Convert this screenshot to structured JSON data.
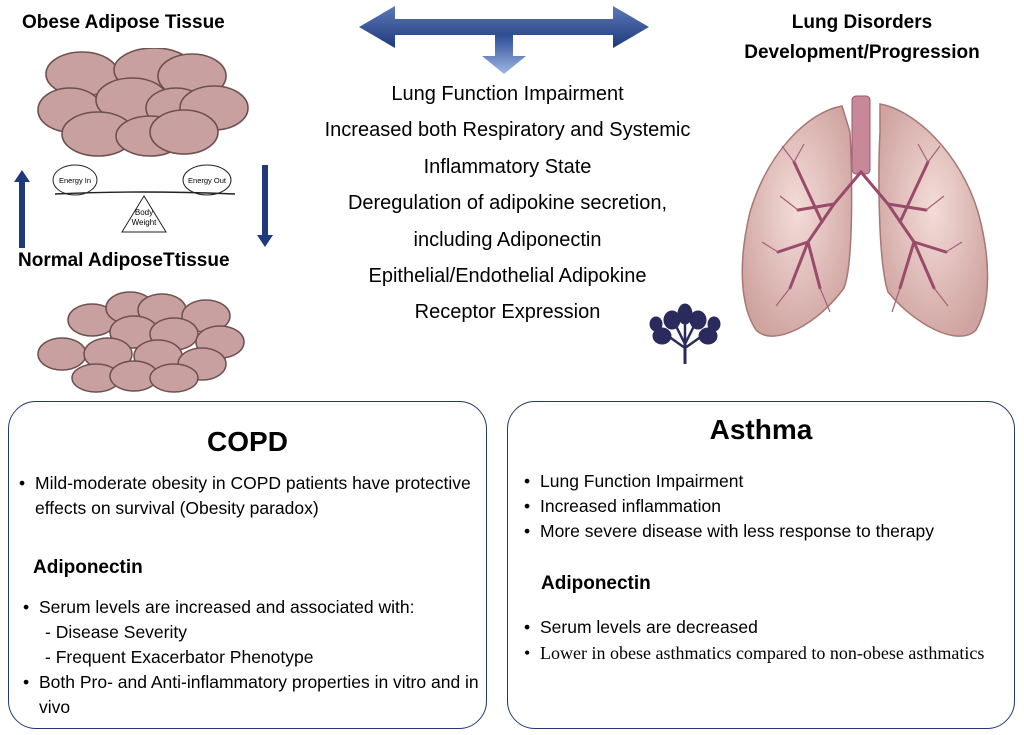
{
  "left_panel": {
    "obese_title": "Obese Adipose Tissue",
    "normal_title": "Normal AdiposeTtissue",
    "balance": {
      "energy_in": "Energy In",
      "energy_out": "Energy Out",
      "body_weight_line1": "Body",
      "body_weight_line2": "Weight"
    }
  },
  "right_panel": {
    "title_line1": "Lung Disorders",
    "title_line2": "Development/Progression"
  },
  "center": {
    "lines": [
      "Lung Function Impairment",
      "Increased both Respiratory and Systemic",
      "Inflammatory State",
      "Deregulation of adipokine secretion,",
      "including Adiponectin",
      "Epithelial/Endothelial Adipokine",
      "Receptor Expression"
    ]
  },
  "copd": {
    "title": "COPD",
    "bullets": [
      "Mild-moderate obesity in COPD patients have protective effects on survival (Obesity paradox)"
    ],
    "adiponectin_title": "Adiponectin",
    "adiponectin_bullet1": "Serum levels are increased and associated with:",
    "adiponectin_sub": [
      "- Disease Severity",
      "- Frequent Exacerbator Phenotype"
    ],
    "adiponectin_bullet2": "Both Pro- and Anti-inflammatory properties in vitro and in vivo"
  },
  "asthma": {
    "title": "Asthma",
    "bullets": [
      "Lung Function Impairment",
      "Increased inflammation",
      "More severe disease with less response to therapy"
    ],
    "adiponectin_title": "Adiponectin",
    "adiponectin_bullets": [
      "Serum levels are decreased",
      "Lower in obese asthmatics compared to non-obese asthmatics"
    ]
  },
  "colors": {
    "arrow": "#1f3a7a",
    "arrow_down_light": "#7fa0d8",
    "cell_fill": "#c9a0a0",
    "cell_stroke": "#7a5858",
    "box_border": "#1f3a6e",
    "lung_fill": "#e8c8c4",
    "bronchi": "#9a4a6a",
    "icon": "#2b2a5c"
  }
}
